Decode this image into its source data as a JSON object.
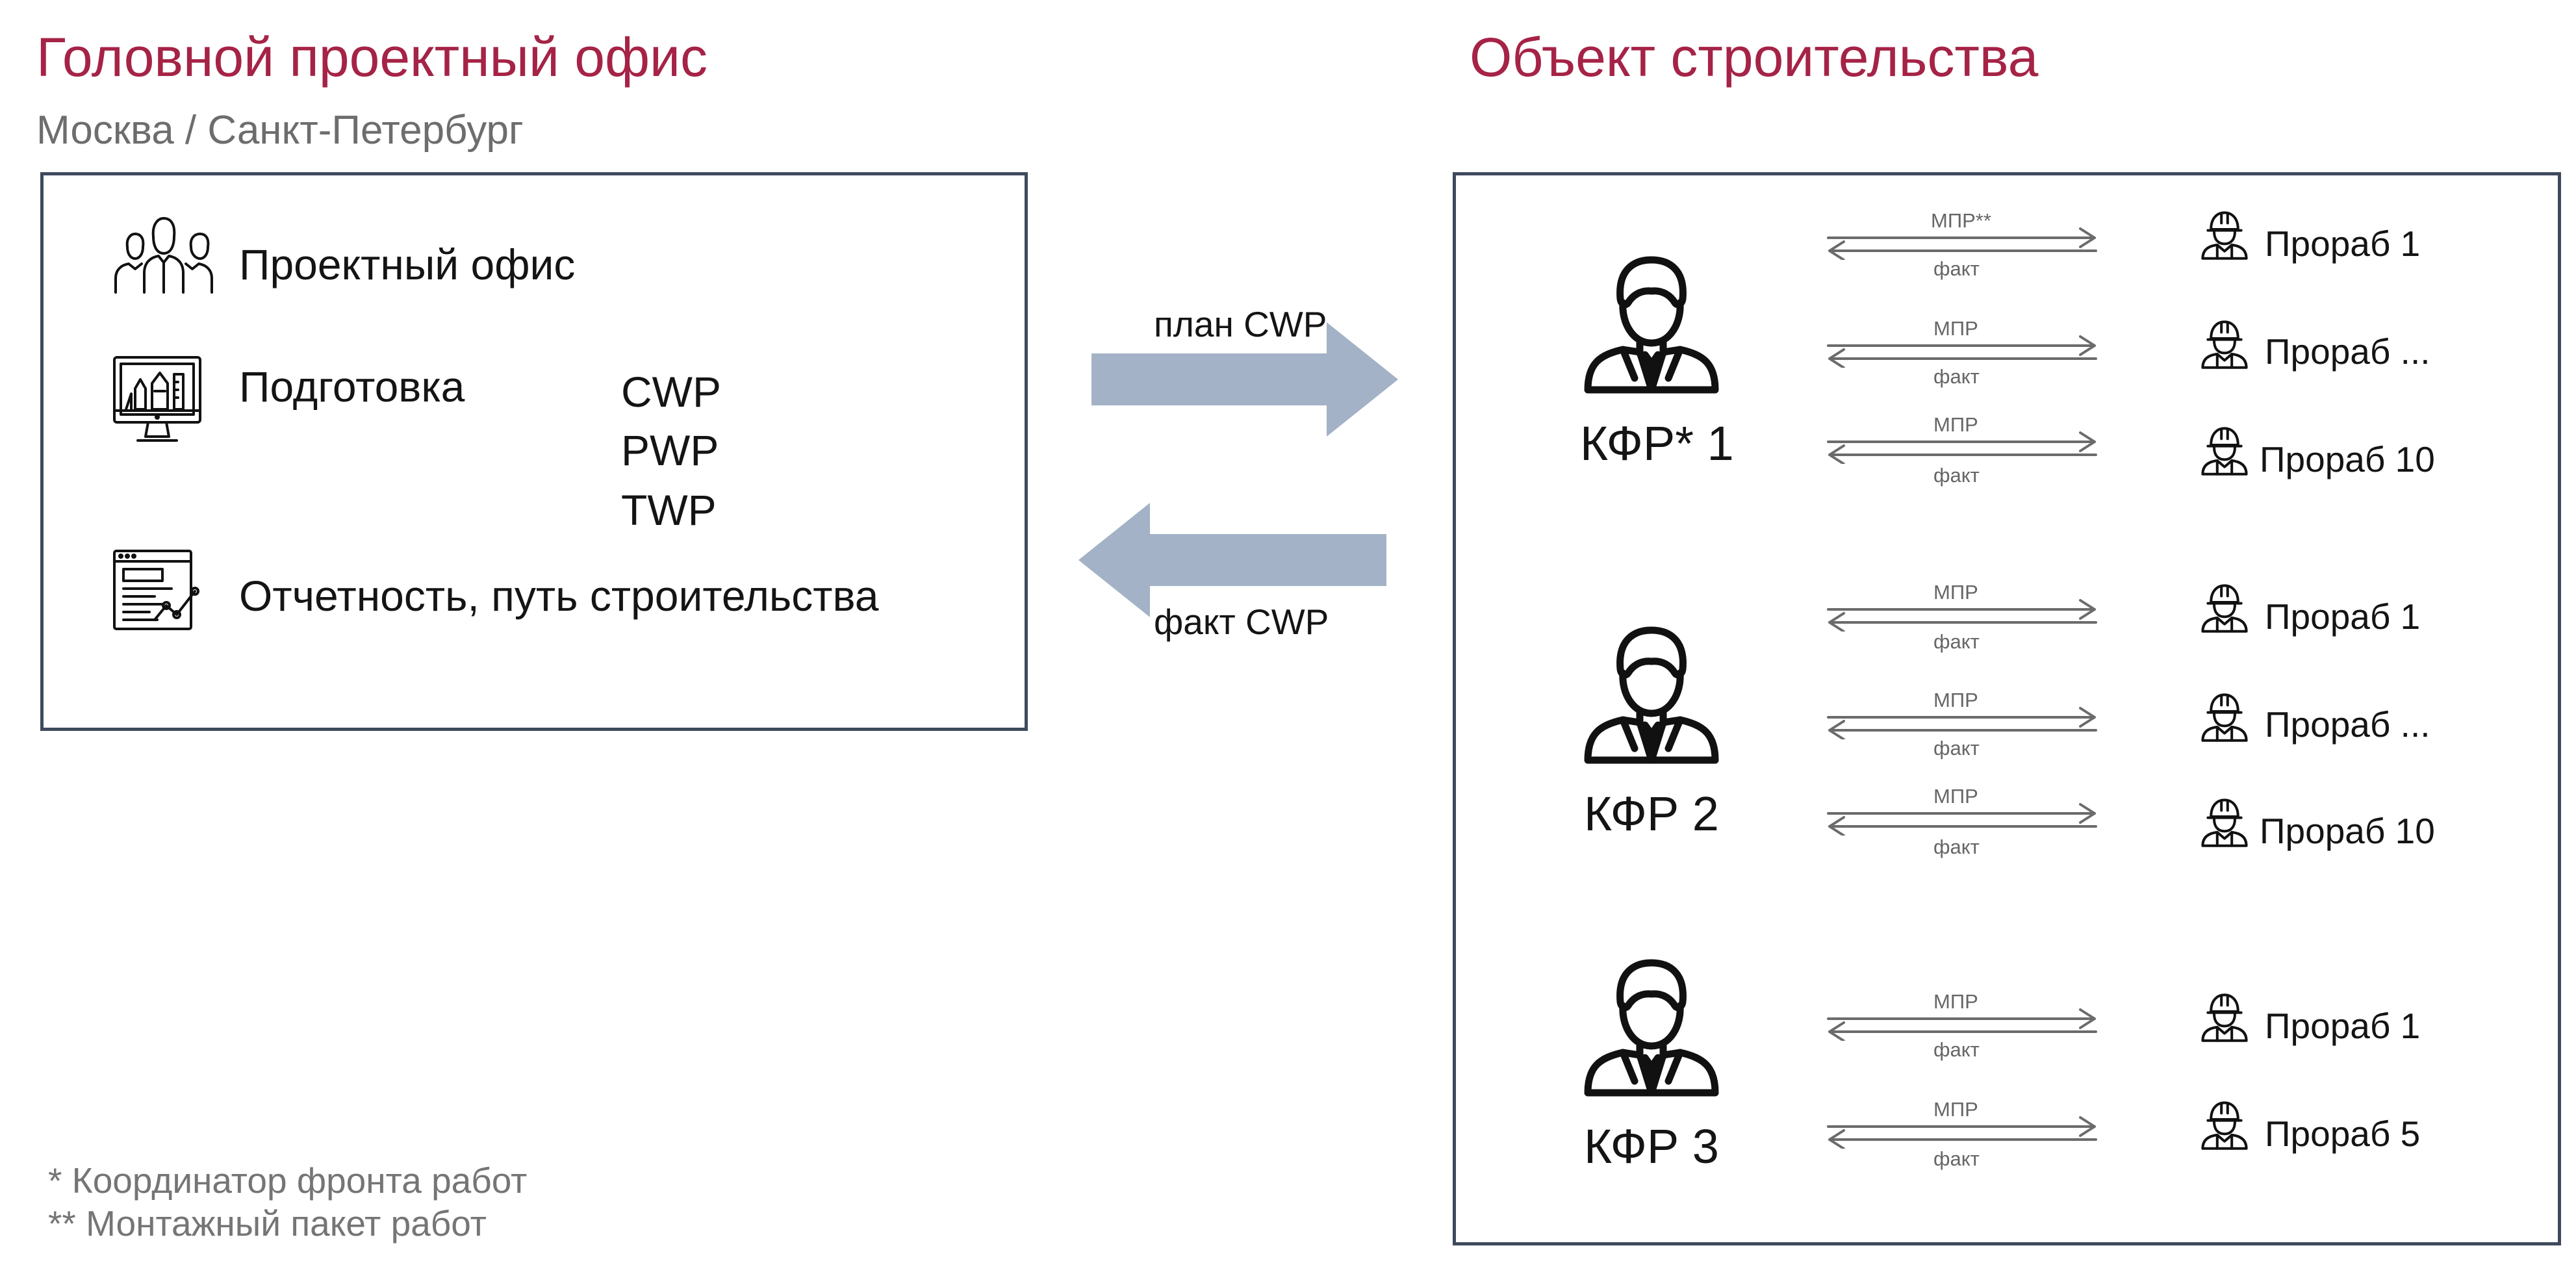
{
  "left": {
    "title": "Головной проектный офис",
    "subtitle": "Москва / Санкт-Петербург",
    "items": [
      {
        "label": "Проектный офис",
        "icon": "team-icon"
      },
      {
        "label": "Подготовка",
        "icon": "design-monitor-icon"
      },
      {
        "label": "Отчетность, путь строительства",
        "icon": "report-chart-icon"
      }
    ],
    "packages": [
      "CWP",
      "PWP",
      "TWP"
    ]
  },
  "flows": {
    "plan": "план CWP",
    "fact": "факт CWP",
    "arrow_color": "#a3b2c6"
  },
  "right": {
    "title": "Объект строительства",
    "groups": [
      {
        "name": "КФР* 1",
        "links": [
          {
            "top": "МПР**",
            "bottom": "факт",
            "target": "Прораб 1"
          },
          {
            "top": "МПР",
            "bottom": "факт",
            "target": "Прораб ..."
          },
          {
            "top": "МПР",
            "bottom": "факт",
            "target": "Прораб 10"
          }
        ]
      },
      {
        "name": "КФР 2",
        "links": [
          {
            "top": "МПР",
            "bottom": "факт",
            "target": "Прораб 1"
          },
          {
            "top": "МПР",
            "bottom": "факт",
            "target": "Прораб ..."
          },
          {
            "top": "МПР",
            "bottom": "факт",
            "target": "Прораб 10"
          }
        ]
      },
      {
        "name": "КФР 3",
        "links": [
          {
            "top": "МПР",
            "bottom": "факт",
            "target": "Прораб 1"
          },
          {
            "top": "МПР",
            "bottom": "факт",
            "target": "Прораб 5"
          }
        ]
      }
    ]
  },
  "footnotes": [
    "* Координатор фронта работ",
    "** Монтажный пакет работ"
  ],
  "colors": {
    "heading": "#a52346",
    "border": "#3e4a5c",
    "subtitle": "#6d6d6d"
  }
}
